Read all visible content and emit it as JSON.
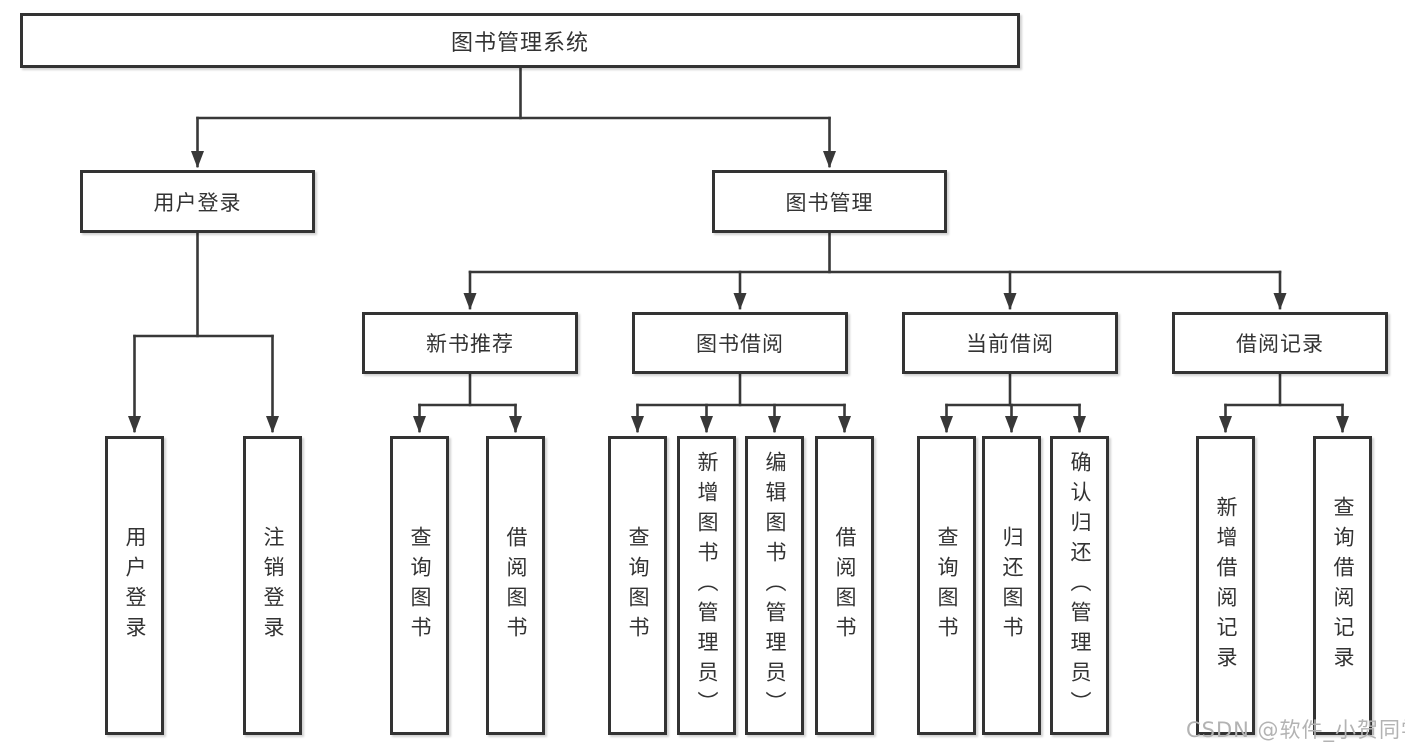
{
  "diagram": {
    "root": {
      "label": "图书管理系统"
    },
    "level2": [
      {
        "label": "用户登录"
      },
      {
        "label": "图书管理"
      }
    ],
    "level3": [
      {
        "label": "新书推荐"
      },
      {
        "label": "图书借阅"
      },
      {
        "label": "当前借阅"
      },
      {
        "label": "借阅记录"
      }
    ],
    "groups": [
      {
        "parent": "用户登录",
        "leaves": [
          "用户登录",
          "注销登录"
        ]
      },
      {
        "parent": "新书推荐",
        "leaves": [
          "查询图书",
          "借阅图书"
        ]
      },
      {
        "parent": "图书借阅",
        "leaves": [
          "查询图书",
          "新增图书（管理员）",
          "编辑图书（管理员）",
          "借阅图书"
        ]
      },
      {
        "parent": "当前借阅",
        "leaves": [
          "查询图书",
          "归还图书",
          "确认归还（管理员）"
        ]
      },
      {
        "parent": "借阅记录",
        "leaves": [
          "新增借阅记录",
          "查询借阅记录"
        ]
      }
    ]
  },
  "watermark": {
    "text": "CSDN @软件_小贺同学"
  },
  "colors": {
    "line": "#383838",
    "box_border": "#333333",
    "text": "#333333",
    "watermark": "#b3b3b3",
    "background": "#ffffff"
  }
}
